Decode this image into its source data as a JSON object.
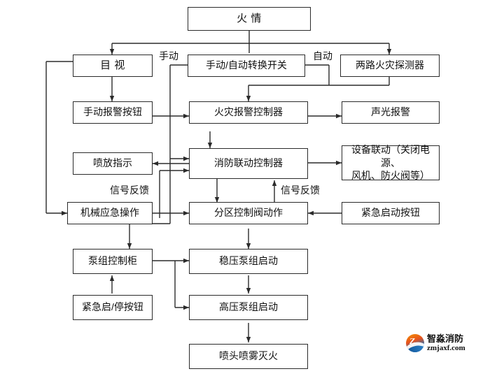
{
  "diagram": {
    "title": "火 情",
    "nodes": [
      {
        "id": "fire",
        "label": "火  情"
      },
      {
        "id": "visual",
        "label": "目  视"
      },
      {
        "id": "switch",
        "label": "手动/自动转换开关"
      },
      {
        "id": "detectors",
        "label": "两路火灾探测器"
      },
      {
        "id": "manual_button",
        "label": "手动报警按钮"
      },
      {
        "id": "alarm_ctrl",
        "label": "火灾报警控制器"
      },
      {
        "id": "audible_alarm",
        "label": "声光报警"
      },
      {
        "id": "spray_indicator",
        "label": "喷放指示"
      },
      {
        "id": "linkage_ctrl",
        "label": "消防联动控制器"
      },
      {
        "id": "equip_linkage",
        "label": "设备联动（关闭电源、\n风机、防火阀等）"
      },
      {
        "id": "mech_emergency",
        "label": "机械应急操作"
      },
      {
        "id": "zone_valve",
        "label": "分区控制阀动作"
      },
      {
        "id": "emerg_start",
        "label": "紧急启动按钮"
      },
      {
        "id": "pump_cabinet",
        "label": "泵组控制柜"
      },
      {
        "id": "stab_pump",
        "label": "稳压泵组启动"
      },
      {
        "id": "emerg_startstop",
        "label": "紧急启/停按钮"
      },
      {
        "id": "hp_pump",
        "label": "高压泵组启动"
      },
      {
        "id": "nozzle",
        "label": "喷头喷雾灭火"
      }
    ],
    "edge_labels": [
      {
        "id": "manual",
        "text": "手动"
      },
      {
        "id": "auto",
        "text": "自动"
      },
      {
        "id": "feedback1",
        "text": "信号反馈"
      },
      {
        "id": "feedback2",
        "text": "信号反馈"
      }
    ]
  },
  "watermark": {
    "name": "智淼消防",
    "url": "zmjaxf.com"
  },
  "colors": {
    "line": "#2b2b2b",
    "text": "#101010",
    "background": "#ffffff",
    "logo_warm": "#e8521d",
    "logo_cool": "#0e4f8f"
  }
}
